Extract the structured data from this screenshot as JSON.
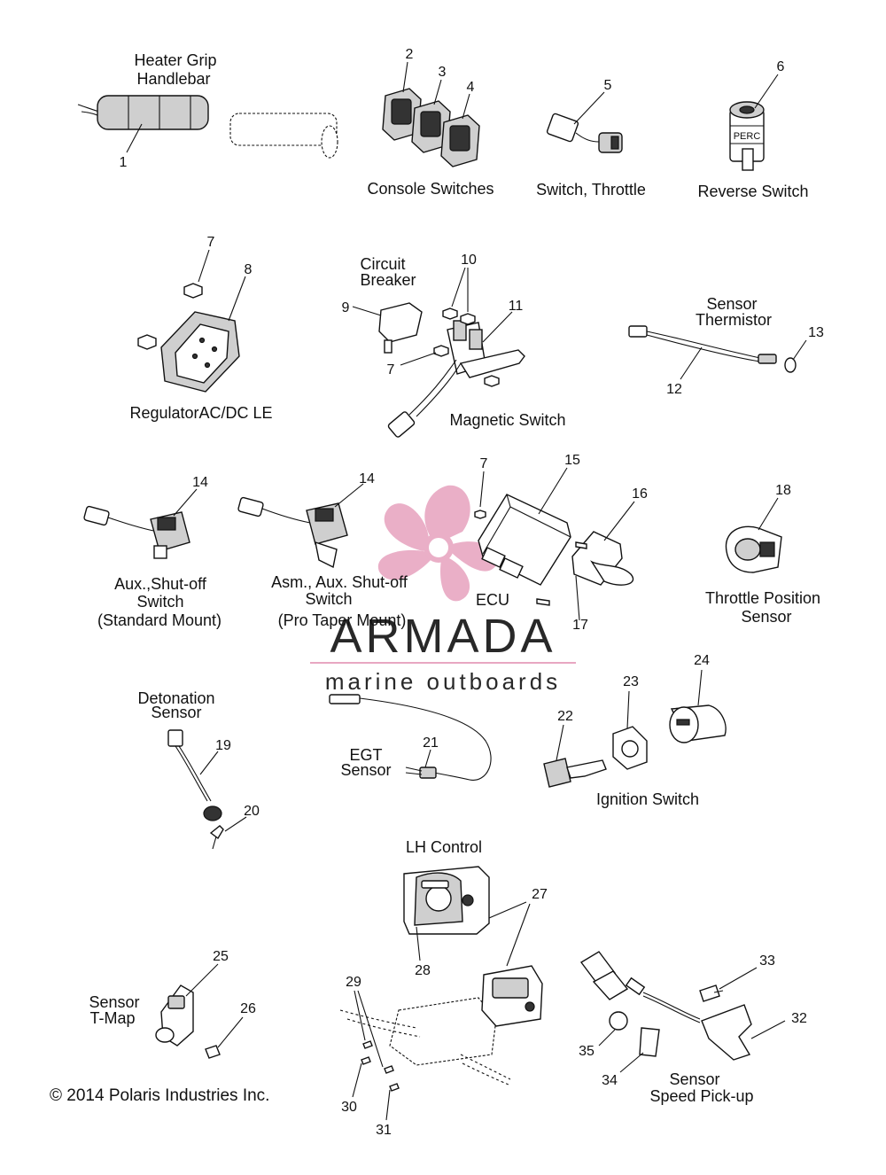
{
  "captions": {
    "heater_grip": [
      "Heater Grip",
      "Handlebar"
    ],
    "console_switches": "Console Switches",
    "switch_throttle": "Switch, Throttle",
    "reverse_switch": "Reverse Switch",
    "regulator": "RegulatorAC/DC LE",
    "circuit_breaker": [
      "Circuit",
      "Breaker"
    ],
    "magnetic_switch": "Magnetic Switch",
    "sensor_thermistor": [
      "Sensor",
      "Thermistor"
    ],
    "aux_shutoff_std": [
      "Aux.,Shut-off",
      "Switch",
      "(Standard Mount)"
    ],
    "aux_shutoff_pro": [
      "Asm., Aux. Shut-off",
      "Switch",
      "(Pro Taper Mount)"
    ],
    "ecu": "ECU",
    "throttle_position": [
      "Throttle Position",
      "Sensor"
    ],
    "detonation": [
      "Detonation",
      "Sensor"
    ],
    "egt": [
      "EGT",
      "Sensor"
    ],
    "ignition_switch": "Ignition Switch",
    "lh_control": "LH Control",
    "tmap": [
      "Sensor",
      "T-Map"
    ],
    "speed_pickup": [
      "Sensor",
      "Speed Pick-up"
    ],
    "copyright": "© 2014 Polaris Industries Inc."
  },
  "perc_label": "PERC",
  "callouts": [
    "1",
    "2",
    "3",
    "4",
    "5",
    "6",
    "7",
    "8",
    "9",
    "10",
    "11",
    "12",
    "13",
    "14",
    "15",
    "16",
    "17",
    "18",
    "19",
    "20",
    "21",
    "22",
    "23",
    "24",
    "25",
    "26",
    "27",
    "28",
    "29",
    "30",
    "31",
    "32",
    "33",
    "34",
    "35"
  ],
  "watermark": {
    "brand": "ARMADA",
    "tagline": "marine outboards",
    "color": "#e8a7c2",
    "text_color": "#7a7a7a"
  }
}
